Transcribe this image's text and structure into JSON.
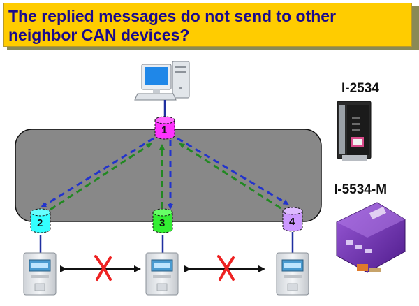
{
  "title": {
    "line1": "The replied messages do not send to other",
    "line2": "neighbor CAN devices?"
  },
  "nodes": {
    "node1": "1",
    "node2": "2",
    "node3": "3",
    "node4": "4"
  },
  "models": {
    "module_a": "I-2534",
    "module_b": "I-5534-M"
  },
  "colors": {
    "node1": "#ff33ff",
    "node2": "#33ffff",
    "node3": "#33ee33",
    "node4": "#cc99ff",
    "request_arrow": "#2233cc",
    "reply_arrow": "#228822",
    "blocked_mark": "#ee2222",
    "bus_fill": "#888888"
  },
  "icons": [
    "desktop-computer-icon",
    "can-meter-device-icon",
    "blocked-x-icon",
    "i-2534-module-icon",
    "i-5534-m-module-icon"
  ]
}
